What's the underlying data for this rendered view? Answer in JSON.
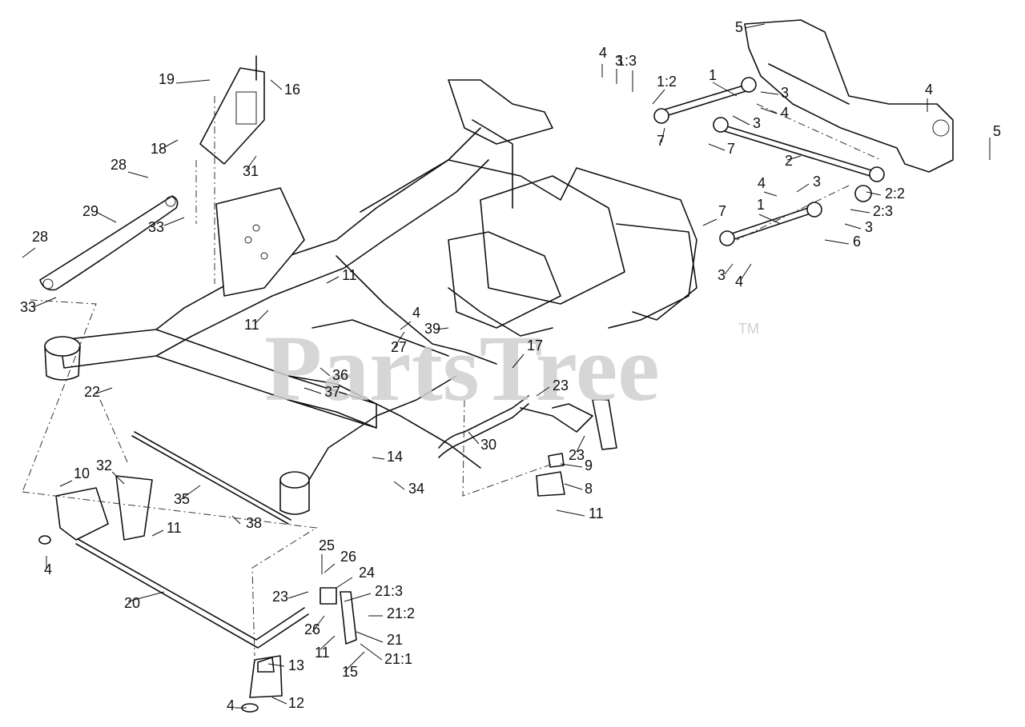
{
  "watermark": {
    "text": "PartsTree",
    "trademark": "TM"
  },
  "callouts": [
    {
      "label": "1"
    },
    {
      "label": "1:2"
    },
    {
      "label": "1:3"
    },
    {
      "label": "2"
    },
    {
      "label": "2:2"
    },
    {
      "label": "2:3"
    },
    {
      "label": "3"
    },
    {
      "label": "4"
    },
    {
      "label": "5"
    },
    {
      "label": "6"
    },
    {
      "label": "7"
    },
    {
      "label": "8"
    },
    {
      "label": "9"
    },
    {
      "label": "10"
    },
    {
      "label": "11"
    },
    {
      "label": "12"
    },
    {
      "label": "13"
    },
    {
      "label": "14"
    },
    {
      "label": "15"
    },
    {
      "label": "16"
    },
    {
      "label": "17"
    },
    {
      "label": "18"
    },
    {
      "label": "19"
    },
    {
      "label": "20"
    },
    {
      "label": "21"
    },
    {
      "label": "21:1"
    },
    {
      "label": "21:2"
    },
    {
      "label": "21:3"
    },
    {
      "label": "22"
    },
    {
      "label": "23"
    },
    {
      "label": "24"
    },
    {
      "label": "25"
    },
    {
      "label": "26"
    },
    {
      "label": "27"
    },
    {
      "label": "28"
    },
    {
      "label": "29"
    },
    {
      "label": "30"
    },
    {
      "label": "31"
    },
    {
      "label": "32"
    },
    {
      "label": "33"
    },
    {
      "label": "34"
    },
    {
      "label": "35"
    },
    {
      "label": "36"
    },
    {
      "label": "37"
    },
    {
      "label": "38"
    },
    {
      "label": "39"
    }
  ]
}
